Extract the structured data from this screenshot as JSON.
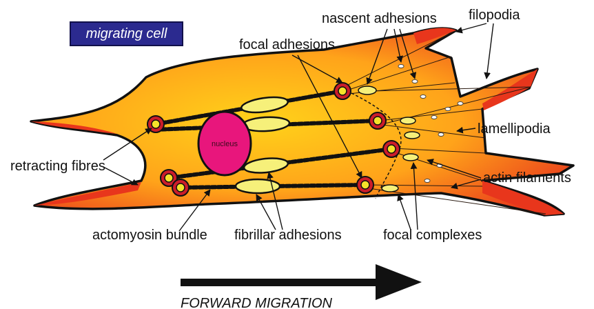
{
  "badge": {
    "label": "migrating cell"
  },
  "nucleus_label": "nucleus",
  "labels": {
    "nascent_adhesions": "nascent adhesions",
    "filopodia": "filopodia",
    "focal_adhesions": "focal adhesions",
    "lamellipodia": "lamellipodia",
    "retracting_fibres": "retracting fibres",
    "actin_filaments": "actin filaments",
    "actomyosin_bundle": "actomyosin bundle",
    "fibrillar_adhesions": "fibrillar adhesions",
    "focal_complexes": "focal complexes"
  },
  "direction_label": "FORWARD MIGRATION",
  "colors": {
    "cell_center": "#ffd21a",
    "cell_mid": "#ffa31a",
    "cell_edge": "#e8361c",
    "nucleus": "#e8167c",
    "badge_bg": "#2b2a8f",
    "adhesion_fill": "#f6f07a",
    "adhesion_ring": "#cc1d2a"
  }
}
